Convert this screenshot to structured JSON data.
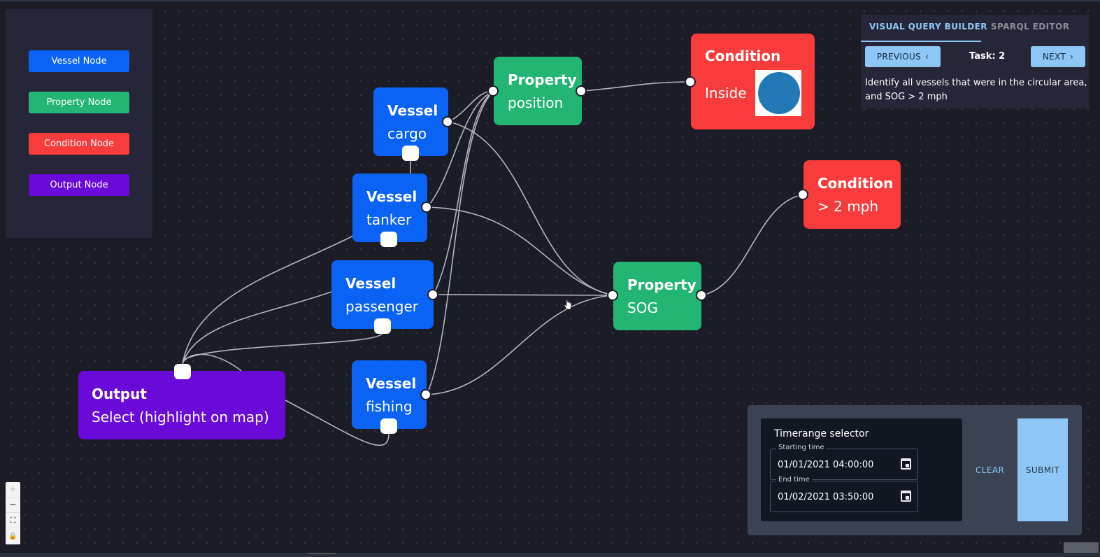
{
  "legend": {
    "items": [
      {
        "label": "Vessel Node",
        "color": "#0b63f6"
      },
      {
        "label": "Property Node",
        "color": "#22b573"
      },
      {
        "label": "Condition Node",
        "color": "#f83b3b"
      },
      {
        "label": "Output Node",
        "color": "#6a0ad8"
      }
    ]
  },
  "nodes": {
    "vessel_cargo": {
      "title": "Vessel",
      "subtitle": "cargo"
    },
    "vessel_tanker": {
      "title": "Vessel",
      "subtitle": "tanker"
    },
    "vessel_passenger": {
      "title": "Vessel",
      "subtitle": "passenger"
    },
    "vessel_fishing": {
      "title": "Vessel",
      "subtitle": "fishing"
    },
    "property_position": {
      "title": "Property",
      "subtitle": "position"
    },
    "property_sog": {
      "title": "Property",
      "subtitle": "SOG"
    },
    "condition_inside": {
      "title": "Condition",
      "subtitle": "Inside"
    },
    "condition_sog": {
      "title": "Condition",
      "subtitle": "> 2 mph"
    },
    "output": {
      "title": "Output",
      "subtitle": "Select (highlight on map)"
    }
  },
  "query_panel": {
    "tabs": [
      {
        "label": "VISUAL QUERY BUILDER",
        "active": true
      },
      {
        "label": "SPARQL EDITOR",
        "active": false
      }
    ],
    "previous_label": "PREVIOUS",
    "next_label": "NEXT",
    "task_label": "Task: 2",
    "description": "Identify all vessels that were in the circular area, and SOG > 2 mph"
  },
  "timerange": {
    "title": "Timerange selector",
    "start": {
      "label": "Starting time",
      "value": "01/01/2021 04:00:00"
    },
    "end": {
      "label": "End time",
      "value": "01/02/2021 03:50:00"
    },
    "clear_label": "CLEAR",
    "submit_label": "SUBMIT"
  },
  "controls": {
    "zoom_in": "+",
    "zoom_out": "−",
    "fit": "⛶",
    "lock": "🔒"
  },
  "colors": {
    "background": "#1c1c27",
    "vessel": "#0b63f6",
    "property": "#22b573",
    "condition": "#f83b3b",
    "output": "#6a0ad8",
    "accent": "#8ec6f6"
  }
}
